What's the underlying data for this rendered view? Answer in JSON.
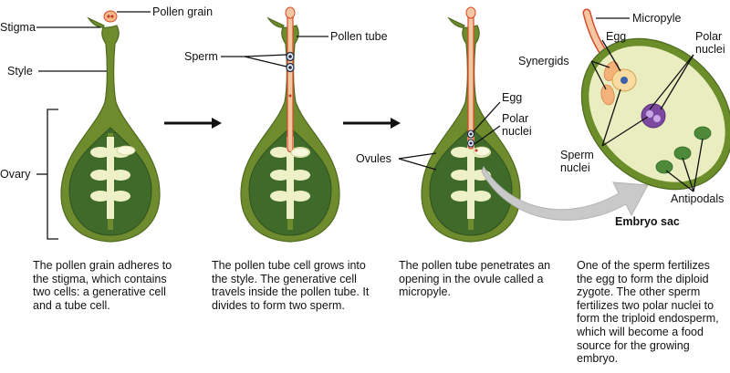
{
  "labels": {
    "pollen_grain": "Pollen grain",
    "stigma": "Stigma",
    "style": "Style",
    "ovary": "Ovary",
    "sperm": "Sperm",
    "pollen_tube": "Pollen tube",
    "egg": "Egg",
    "polar_nuclei_line1": "Polar",
    "polar_nuclei_line2": "nuclei",
    "ovules": "Ovules",
    "micropyle": "Micropyle",
    "synergids": "Synergids",
    "sperm_nuclei_line1": "Sperm",
    "sperm_nuclei_line2": "nuclei",
    "antipodals": "Antipodals",
    "embryo_sac": "Embryo sac"
  },
  "captions": [
    "The pollen grain adheres to the stigma, which contains two cells: a generative cell and a tube cell.",
    "The pollen tube cell grows into the style. The generative cell travels inside the pollen tube. It divides to form two sperm.",
    "The pollen tube penetrates an opening in the ovule called a micropyle.",
    "One of the sperm fertilizes the egg to form the diploid zygote. The other sperm fertilizes two polar nuclei to form the triploid endosperm, which will become a food source for the growing embryo."
  ],
  "colors": {
    "pistil_outer": "#6e8b2e",
    "ovary_inner": "#3f6a2a",
    "ovule": "#eef0c8",
    "pollen_tube": "#f4c7a3",
    "tube_outline": "#d94a2b",
    "embryo_sac_bg": "#e9edc0",
    "embryo_sac_rim": "#6b8d2a",
    "synergid": "#f2b27a",
    "polar_nucleus": "#7b4aa0",
    "antipodal": "#4f8a3a",
    "arrow_gray": "#c9c9c9"
  }
}
